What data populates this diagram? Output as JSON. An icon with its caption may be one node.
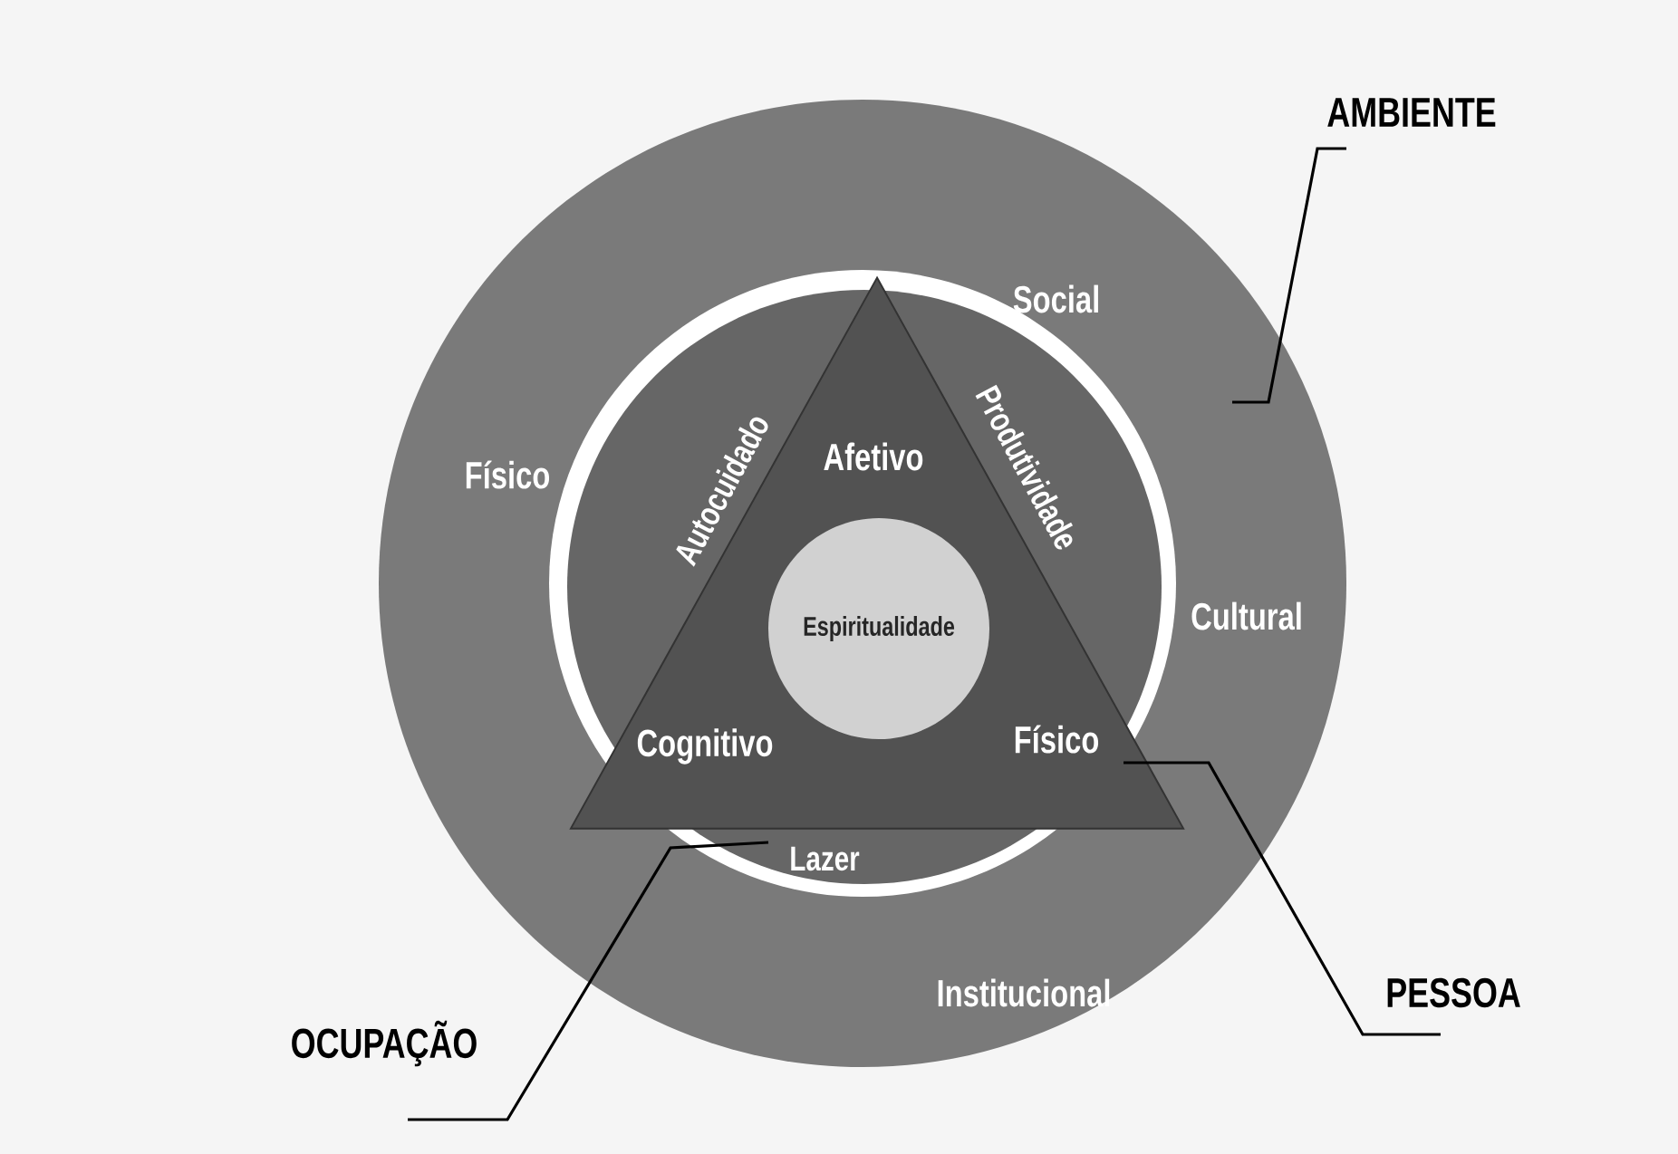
{
  "diagram": {
    "nodes": [
      {
        "text": [
          "Social",
          "Físico",
          "Cultural",
          "Institucional"
        ]
      },
      {
        "text": [
          "Autocuidado",
          "Produtividade",
          "Lazer"
        ],
        "in": 0
      },
      {
        "text": [
          "Afetivo",
          "Cognitivo",
          "Físico"
        ],
        "in": 1
      },
      {
        "text": [
          "Espiritualidade"
        ],
        "in": 2
      },
      {
        "text": [
          "AMBIENTE"
        ]
      },
      {
        "text": [
          "PESSOA"
        ]
      },
      {
        "text": [
          "OCUPAÇÃO"
        ]
      }
    ],
    "edges": [
      {
        "from": 4,
        "to": 0,
        "arrow": "none"
      },
      {
        "from": 5,
        "to": 2,
        "arrow": "none"
      },
      {
        "from": 6,
        "to": 1,
        "arrow": "none"
      }
    ]
  }
}
